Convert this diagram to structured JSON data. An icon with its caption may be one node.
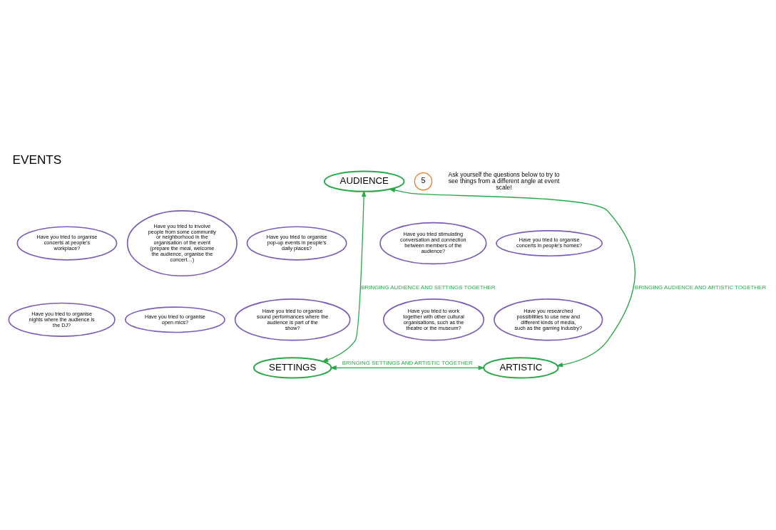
{
  "diagram": {
    "title": "EVENTS",
    "nodes": [
      {
        "text": [
          "AUDIENCE"
        ]
      },
      {
        "text": [
          "SETTINGS"
        ]
      },
      {
        "text": [
          "ARTISTIC"
        ]
      },
      {
        "text": [
          "Have you tried to involve people from some community or neighborhood in the organisation of the event (prepare the meal, welcome the audience, organise the concert…)"
        ]
      },
      {
        "text": [
          "Have you tried to organise pop-up events in people’s daily places?"
        ]
      },
      {
        "text": [
          "Have you tried to organise concerts at people’s workplace?"
        ]
      },
      {
        "text": [
          "Have you tried stimulating conversation and connection between members of the audience?"
        ]
      },
      {
        "text": [
          "Have you tried to organise concerts in people’s homes?"
        ]
      },
      {
        "text": [
          "Have you tried to organise open mics?"
        ]
      },
      {
        "text": [
          "Have you tried to organise sound performances where the audience is part of the show?"
        ]
      },
      {
        "text": [
          "Have you tried to organise nights where the audience is the DJ?"
        ]
      },
      {
        "text": [
          "Have you tried to work together with other cultural organisations, such as the theatre or the museum?"
        ]
      },
      {
        "text": [
          "Have you researched possibilities to use new and different kinds of media, such as the gaming industry?"
        ]
      }
    ],
    "edges": [
      {
        "from": 1,
        "to": 0,
        "arrow": "both",
        "label": "BRINGING AUDIENCE AND SETTINGS TOGETHER"
      },
      {
        "from": 0,
        "to": 2,
        "arrow": "both",
        "label": "BRINGING AUDIENCE AND ARTISTIC TOGETHER"
      },
      {
        "from": 1,
        "to": 2,
        "arrow": "both",
        "label": "BRINGING SETTINGS AND ARTISTIC TOGETHER"
      }
    ],
    "labels": [
      "5",
      "Ask yourself the questions below to try to see things from a different angle at event scale!"
    ]
  }
}
